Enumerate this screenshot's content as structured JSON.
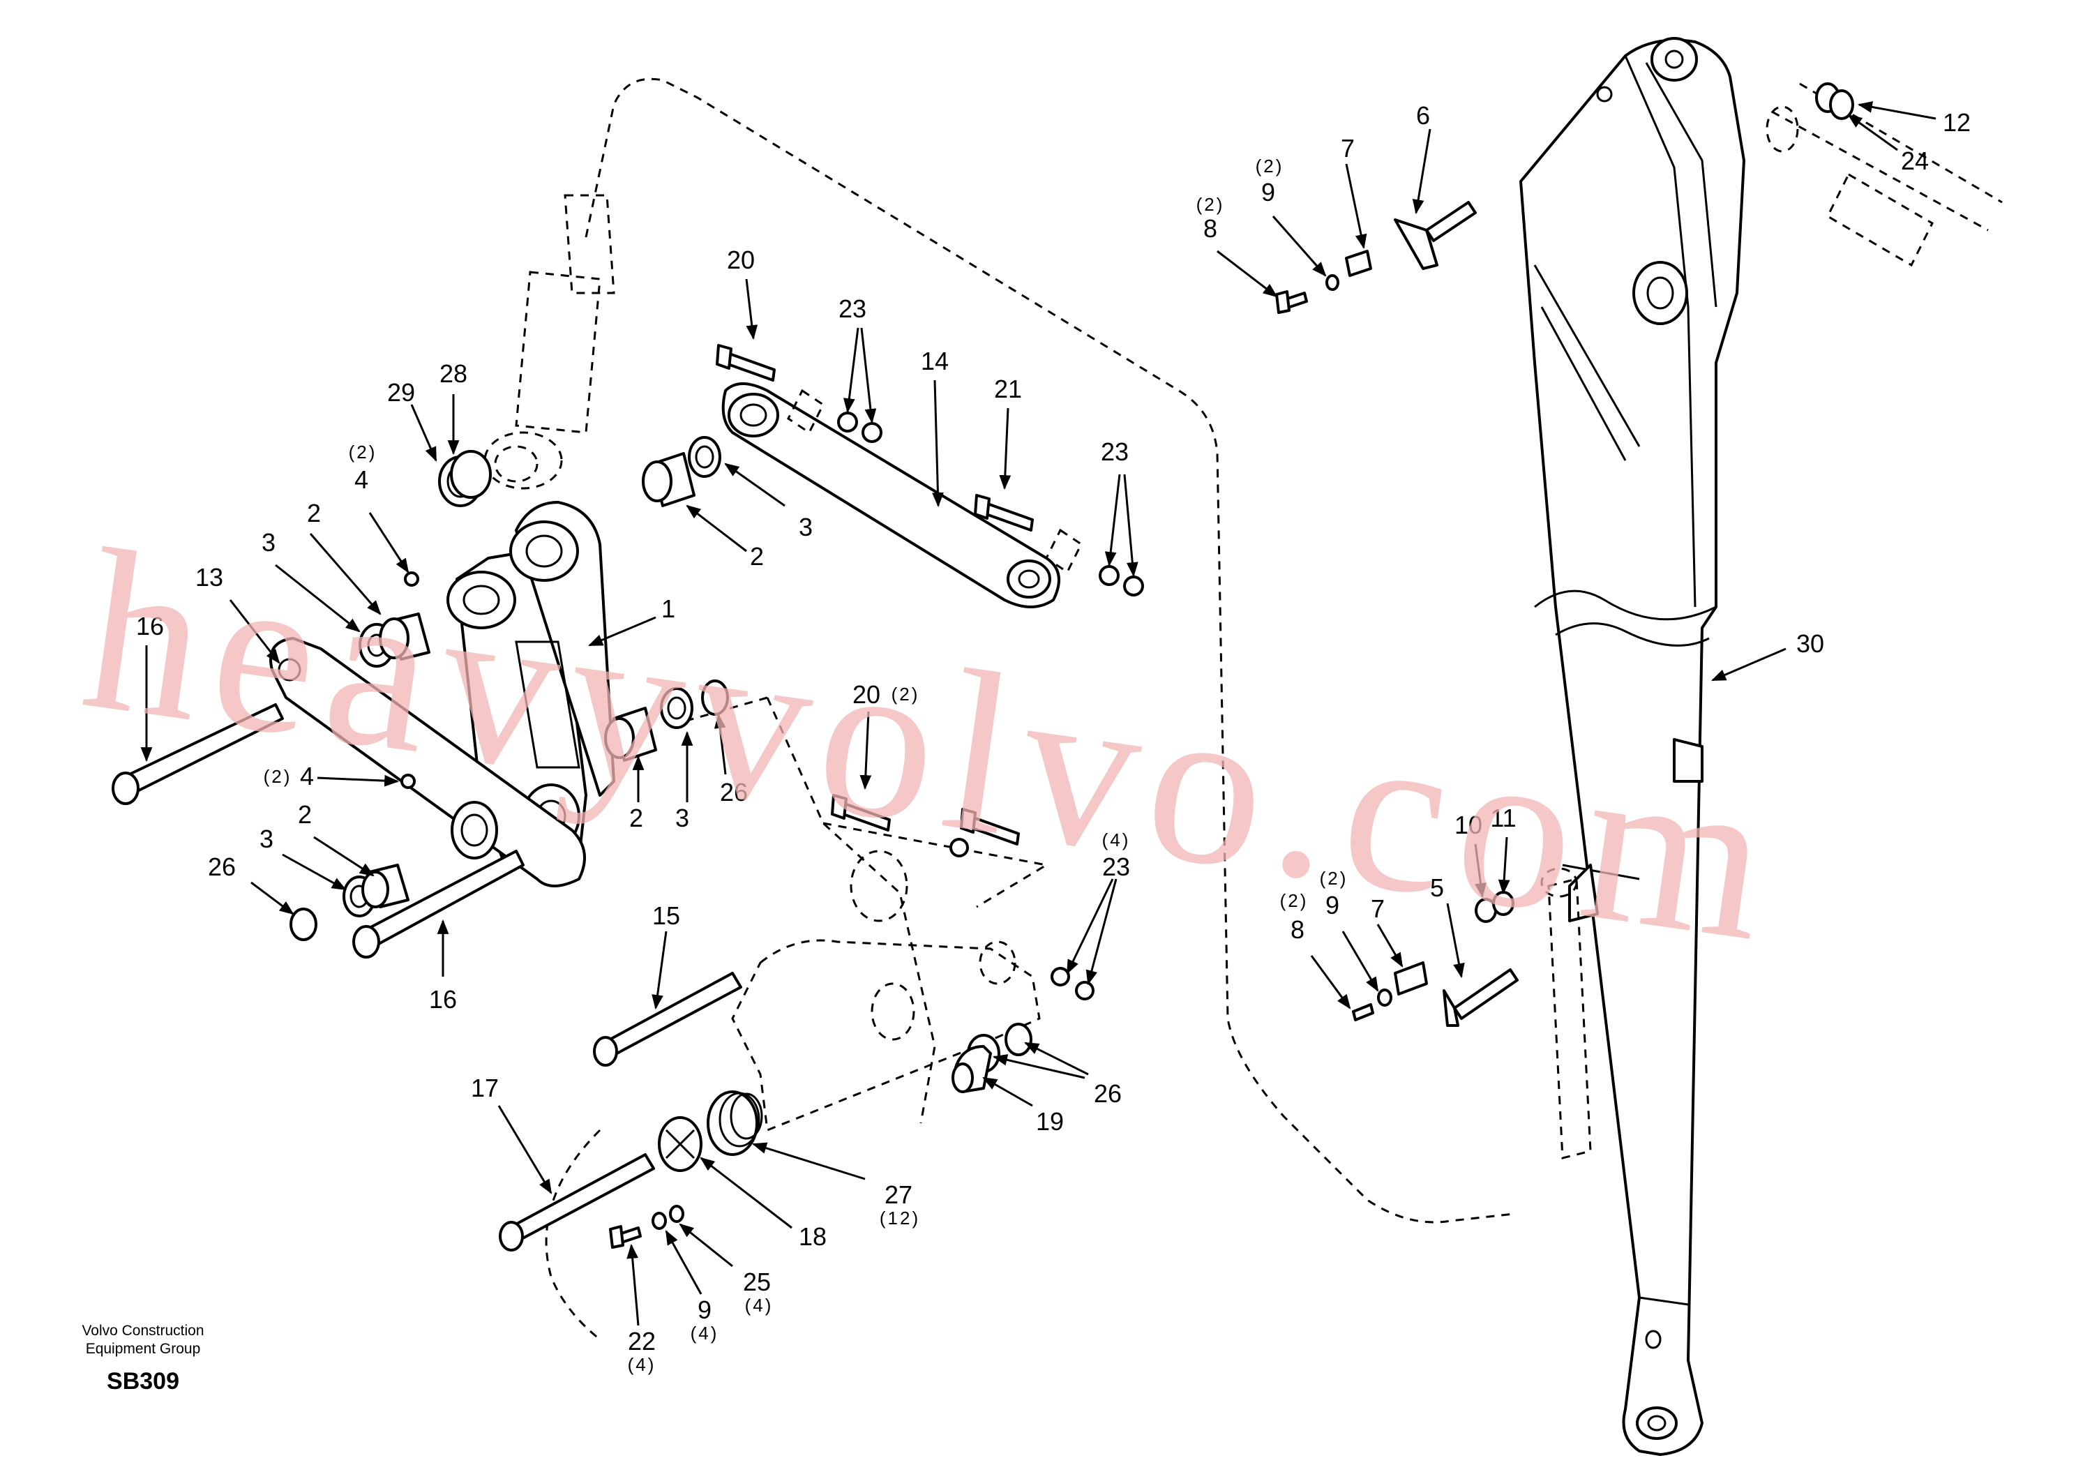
{
  "watermark": "heavyvolvo.com",
  "caption": {
    "line1": "Volvo Construction",
    "line2": "Equipment Group",
    "code": "SB309"
  },
  "callouts": [
    {
      "id": "c1",
      "num": "1",
      "qty": ""
    },
    {
      "id": "c2a",
      "num": "2",
      "qty": ""
    },
    {
      "id": "c2b",
      "num": "2",
      "qty": ""
    },
    {
      "id": "c2c",
      "num": "2",
      "qty": ""
    },
    {
      "id": "c2d",
      "num": "2",
      "qty": ""
    },
    {
      "id": "c3a",
      "num": "3",
      "qty": ""
    },
    {
      "id": "c3b",
      "num": "3",
      "qty": ""
    },
    {
      "id": "c3c",
      "num": "3",
      "qty": ""
    },
    {
      "id": "c3d",
      "num": "3",
      "qty": ""
    },
    {
      "id": "c4a",
      "num": "4",
      "qty": "(2)"
    },
    {
      "id": "c4b",
      "num": "4",
      "qty": "(2)"
    },
    {
      "id": "c5",
      "num": "5",
      "qty": ""
    },
    {
      "id": "c6",
      "num": "6",
      "qty": ""
    },
    {
      "id": "c7a",
      "num": "7",
      "qty": ""
    },
    {
      "id": "c7b",
      "num": "7",
      "qty": ""
    },
    {
      "id": "c8a",
      "num": "8",
      "qty": "(2)"
    },
    {
      "id": "c8b",
      "num": "8",
      "qty": "(2)"
    },
    {
      "id": "c9a",
      "num": "9",
      "qty": "(2)"
    },
    {
      "id": "c9b",
      "num": "9",
      "qty": "(2)"
    },
    {
      "id": "c9c",
      "num": "9",
      "qty": "(4)"
    },
    {
      "id": "c10",
      "num": "10",
      "qty": ""
    },
    {
      "id": "c11",
      "num": "11",
      "qty": ""
    },
    {
      "id": "c12",
      "num": "12",
      "qty": ""
    },
    {
      "id": "c13",
      "num": "13",
      "qty": ""
    },
    {
      "id": "c14",
      "num": "14",
      "qty": ""
    },
    {
      "id": "c15",
      "num": "15",
      "qty": ""
    },
    {
      "id": "c16a",
      "num": "16",
      "qty": ""
    },
    {
      "id": "c16b",
      "num": "16",
      "qty": ""
    },
    {
      "id": "c17",
      "num": "17",
      "qty": ""
    },
    {
      "id": "c18",
      "num": "18",
      "qty": ""
    },
    {
      "id": "c19",
      "num": "19",
      "qty": ""
    },
    {
      "id": "c20a",
      "num": "20",
      "qty": ""
    },
    {
      "id": "c20b",
      "num": "20",
      "qty": "(2)"
    },
    {
      "id": "c21",
      "num": "21",
      "qty": ""
    },
    {
      "id": "c22",
      "num": "22",
      "qty": "(4)"
    },
    {
      "id": "c23a",
      "num": "23",
      "qty": ""
    },
    {
      "id": "c23b",
      "num": "23",
      "qty": ""
    },
    {
      "id": "c23c",
      "num": "23",
      "qty": "(4)"
    },
    {
      "id": "c24",
      "num": "24",
      "qty": ""
    },
    {
      "id": "c25",
      "num": "25",
      "qty": "(4)"
    },
    {
      "id": "c26a",
      "num": "26",
      "qty": ""
    },
    {
      "id": "c26b",
      "num": "26",
      "qty": ""
    },
    {
      "id": "c26c",
      "num": "26",
      "qty": ""
    },
    {
      "id": "c27",
      "num": "27",
      "qty": "(12)"
    },
    {
      "id": "c28",
      "num": "28",
      "qty": ""
    },
    {
      "id": "c29",
      "num": "29",
      "qty": ""
    },
    {
      "id": "c30",
      "num": "30",
      "qty": ""
    }
  ]
}
